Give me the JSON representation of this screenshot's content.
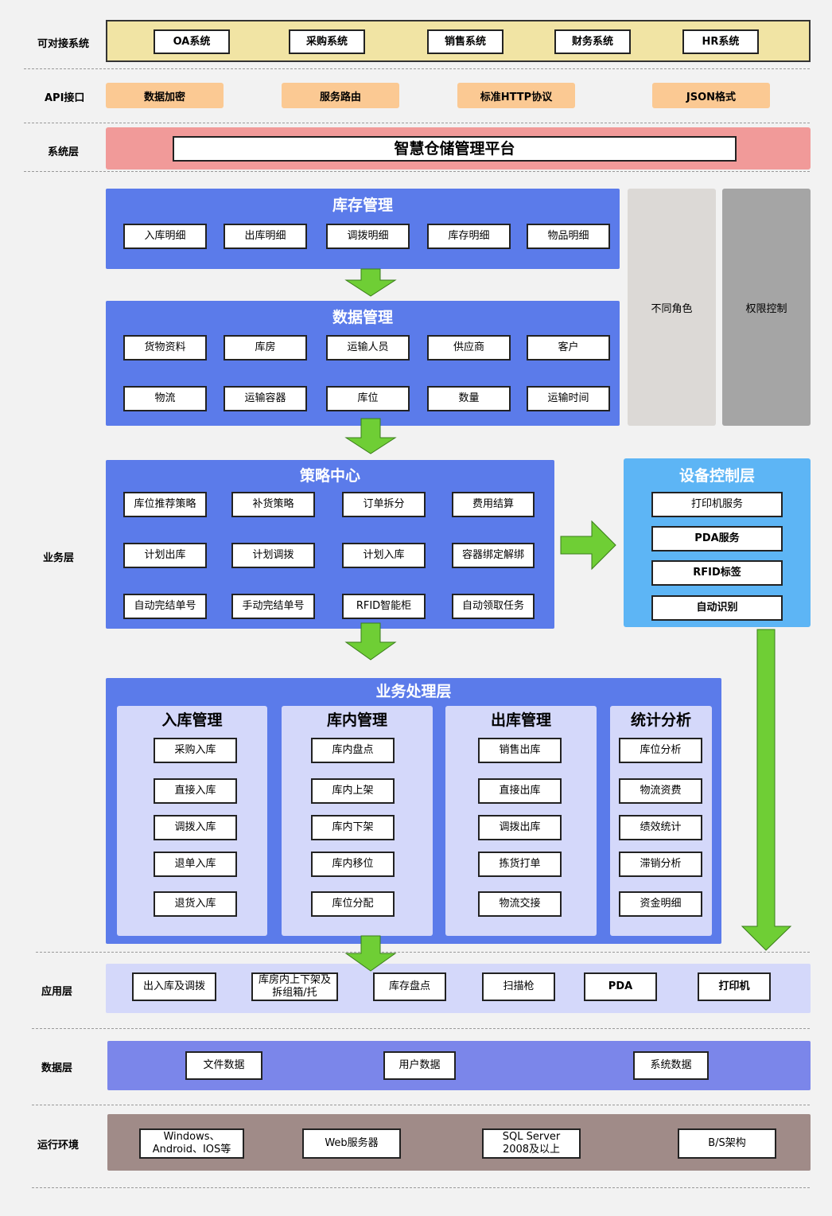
{
  "layers": {
    "external": "可对接系统",
    "api": "API接口",
    "system": "系统层",
    "business": "业务层",
    "application": "应用层",
    "data": "数据层",
    "runtime": "运行环境"
  },
  "external_systems": [
    "OA系统",
    "采购系统",
    "销售系统",
    "财务系统",
    "HR系统"
  ],
  "api_features": [
    "数据加密",
    "服务路由",
    "标准HTTP协议",
    "JSON格式"
  ],
  "platform_title": "智慧仓储管理平台",
  "inventory": {
    "title": "库存管理",
    "items": [
      "入库明细",
      "出库明细",
      "调拨明细",
      "库存明细",
      "物品明细"
    ]
  },
  "data_mgmt": {
    "title": "数据管理",
    "items": [
      "货物资料",
      "库房",
      "运输人员",
      "供应商",
      "客户",
      "物流",
      "运输容器",
      "库位",
      "数量",
      "运输时间"
    ]
  },
  "roles": {
    "roles_label": "不同角色",
    "permission_label": "权限控制"
  },
  "strategy": {
    "title": "策略中心",
    "items": [
      "库位推荐策略",
      "补货策略",
      "订单拆分",
      "费用结算",
      "计划出库",
      "计划调拨",
      "计划入库",
      "容器绑定解绑",
      "自动完结单号",
      "手动完结单号",
      "RFID智能柜",
      "自动领取任务"
    ]
  },
  "device": {
    "title": "设备控制层",
    "items": [
      "打印机服务",
      "PDA服务",
      "RFID标签",
      "自动识别"
    ]
  },
  "processing": {
    "title": "业务处理层",
    "groups": [
      {
        "title": "入库管理",
        "items": [
          "采购入库",
          "直接入库",
          "调拨入库",
          "退单入库",
          "退货入库"
        ]
      },
      {
        "title": "库内管理",
        "items": [
          "库内盘点",
          "库内上架",
          "库内下架",
          "库内移位",
          "库位分配"
        ]
      },
      {
        "title": "出库管理",
        "items": [
          "销售出库",
          "直接出库",
          "调拨出库",
          "拣货打单",
          "物流交接"
        ]
      },
      {
        "title": "统计分析",
        "items": [
          "库位分析",
          "物流资费",
          "绩效统计",
          "滞销分析",
          "资金明细"
        ]
      }
    ]
  },
  "apps": [
    "出入库及调拨",
    "库房内上下架及拆组箱/托",
    "库存盘点",
    "扫描枪",
    "PDA",
    "打印机"
  ],
  "data_items": [
    "文件数据",
    "用户数据",
    "系统数据"
  ],
  "runtime_items": [
    "Windows、Android、IOS等",
    "Web服务器",
    "SQL Server 2008及以上",
    "B/S架构"
  ],
  "colors": {
    "external_band": "#f1e4a4",
    "platform_band": "#f19a99",
    "api_pill": "#fbc993",
    "panel_blue": "#5b7bea",
    "sub_panel": "#d4d8fa",
    "device_blue": "#5db5f5",
    "arrow_green": "#6fce35",
    "data_band": "#7b86ea",
    "runtime_band": "#a08b88",
    "app_band": "#d4d8fa",
    "roles_panel": "#dcd9d6",
    "permission_panel": "#a5a5a5"
  }
}
